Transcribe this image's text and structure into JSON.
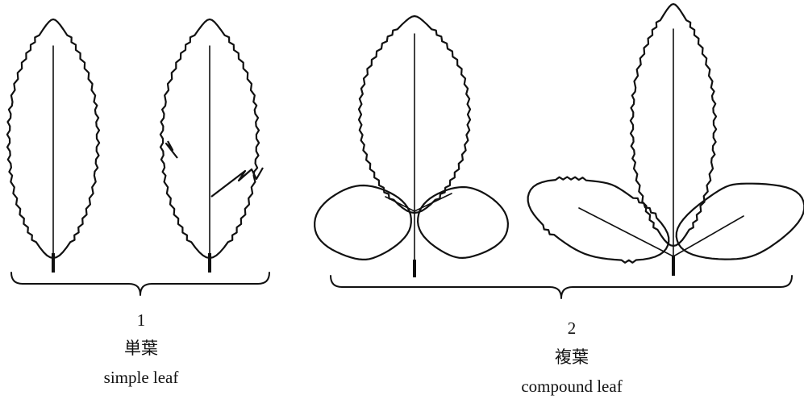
{
  "groups": [
    {
      "number": "1",
      "label_jp": "単葉",
      "label_en": "simple leaf"
    },
    {
      "number": "2",
      "label_jp": "複葉",
      "label_en": "compound leaf"
    }
  ]
}
